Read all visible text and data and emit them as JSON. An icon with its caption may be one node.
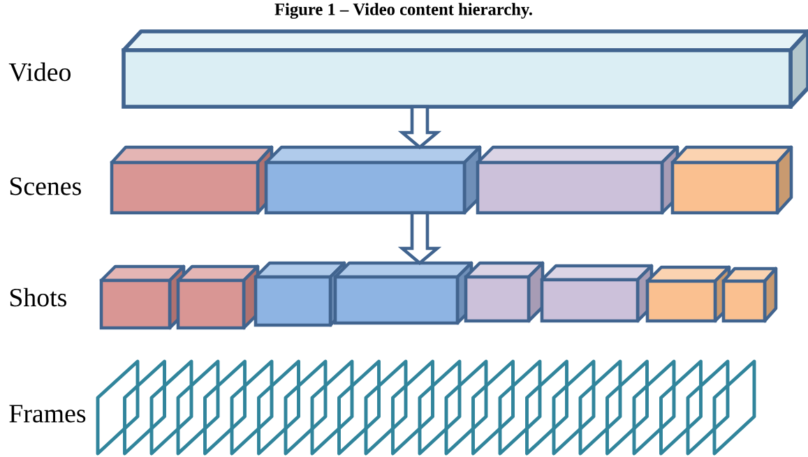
{
  "diagram": {
    "title": "Figure 1 – Video content hierarchy.",
    "nodes": [
      {
        "text": [],
        "shape": "box"
      },
      {
        "text": [],
        "shape": "box"
      },
      {
        "text": [],
        "shape": "box"
      },
      {
        "text": [],
        "shape": "box"
      },
      {
        "text": [],
        "shape": "box"
      },
      {
        "text": [],
        "shape": "box"
      },
      {
        "text": [],
        "shape": "box"
      },
      {
        "text": [],
        "shape": "box"
      },
      {
        "text": [],
        "shape": "box"
      },
      {
        "text": [],
        "shape": "box"
      },
      {
        "text": [],
        "shape": "box"
      },
      {
        "text": [],
        "shape": "box"
      },
      {
        "text": [],
        "shape": "box"
      }
    ],
    "edges": [
      {
        "from": 0,
        "to": 2,
        "arrow": "to"
      },
      {
        "from": 2,
        "to": 8,
        "arrow": "to"
      }
    ],
    "labels": [
      "Video",
      "Scenes",
      "Shots",
      "Frames"
    ]
  }
}
